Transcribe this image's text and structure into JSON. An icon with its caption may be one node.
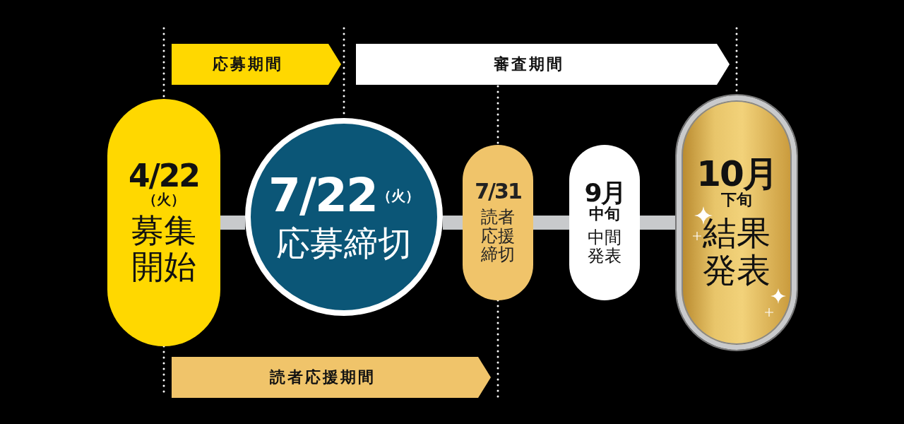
{
  "diagram": {
    "nodes": [
      {
        "text": [
          "4/22",
          "（火）",
          "募集開始"
        ]
      },
      {
        "text": [
          "7/22",
          "（火）",
          "応募締切"
        ]
      },
      {
        "text": [
          "7/31",
          "読者応援締切"
        ]
      },
      {
        "text": [
          "9月",
          "中旬",
          "中間発表"
        ]
      },
      {
        "text": [
          "10月",
          "下旬",
          "結果発表"
        ]
      },
      {
        "text": [
          "応募期間"
        ]
      },
      {
        "text": [
          "審査期間"
        ]
      },
      {
        "text": [
          "読者応援期間"
        ]
      }
    ],
    "edges": [
      {
        "from": 0,
        "to": 1,
        "arrow": "none"
      },
      {
        "from": 1,
        "to": 2,
        "arrow": "none"
      },
      {
        "from": 2,
        "to": 3,
        "arrow": "none"
      },
      {
        "from": 3,
        "to": 4,
        "arrow": "none"
      }
    ]
  }
}
